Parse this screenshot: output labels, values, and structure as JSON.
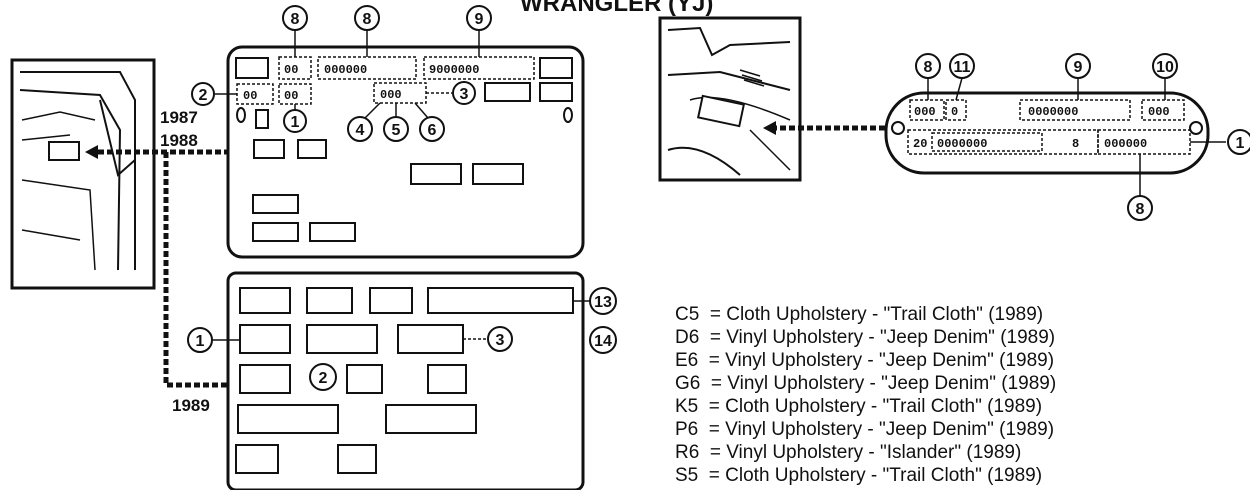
{
  "title": "WRANGLER (YJ)",
  "year_labels": {
    "y1987": "1987",
    "y1988": "1988",
    "y1989": "1989"
  },
  "plate_1987_1988": {
    "digits": {
      "code8_small": "00",
      "code8_wide": "000000",
      "code9": "9000000",
      "code2": "00",
      "code1": "00",
      "code456": "000"
    }
  },
  "plate_1989_codes": {
    "c8": "8",
    "c11": "11",
    "c9": "9",
    "c10": "10",
    "c1": "1",
    "c8b": "8",
    "digits": {
      "code8": "000",
      "code11": "0",
      "code9": "0000000",
      "code10": "000",
      "prefix": "20",
      "mid": "0000000",
      "suffix": "8",
      "code8b": "000000"
    }
  },
  "callouts_1987": {
    "c8a": "8",
    "c8b": "8",
    "c9": "9",
    "c2": "2",
    "c1": "1",
    "c3": "3",
    "c4": "4",
    "c5": "5",
    "c6": "6"
  },
  "callouts_1989": {
    "c1": "1",
    "c2": "2",
    "c3": "3",
    "c13": "13",
    "c14": "14"
  },
  "legend": [
    "C5  = Cloth Upholstery - \"Trail Cloth\" (1989)",
    "D6  = Vinyl Upholstery - \"Jeep Denim\" (1989)",
    "E6  = Vinyl Upholstery - \"Jeep Denim\" (1989)",
    "G6  = Vinyl Upholstery - \"Jeep Denim\" (1989)",
    "K5  = Cloth Upholstery - \"Trail Cloth\" (1989)",
    "P6  = Vinyl Upholstery - \"Jeep Denim\" (1989)",
    "R6  = Vinyl Upholstery - \"Islander\" (1989)",
    "S5  = Cloth Upholstery - \"Trail Cloth\" (1989)"
  ]
}
